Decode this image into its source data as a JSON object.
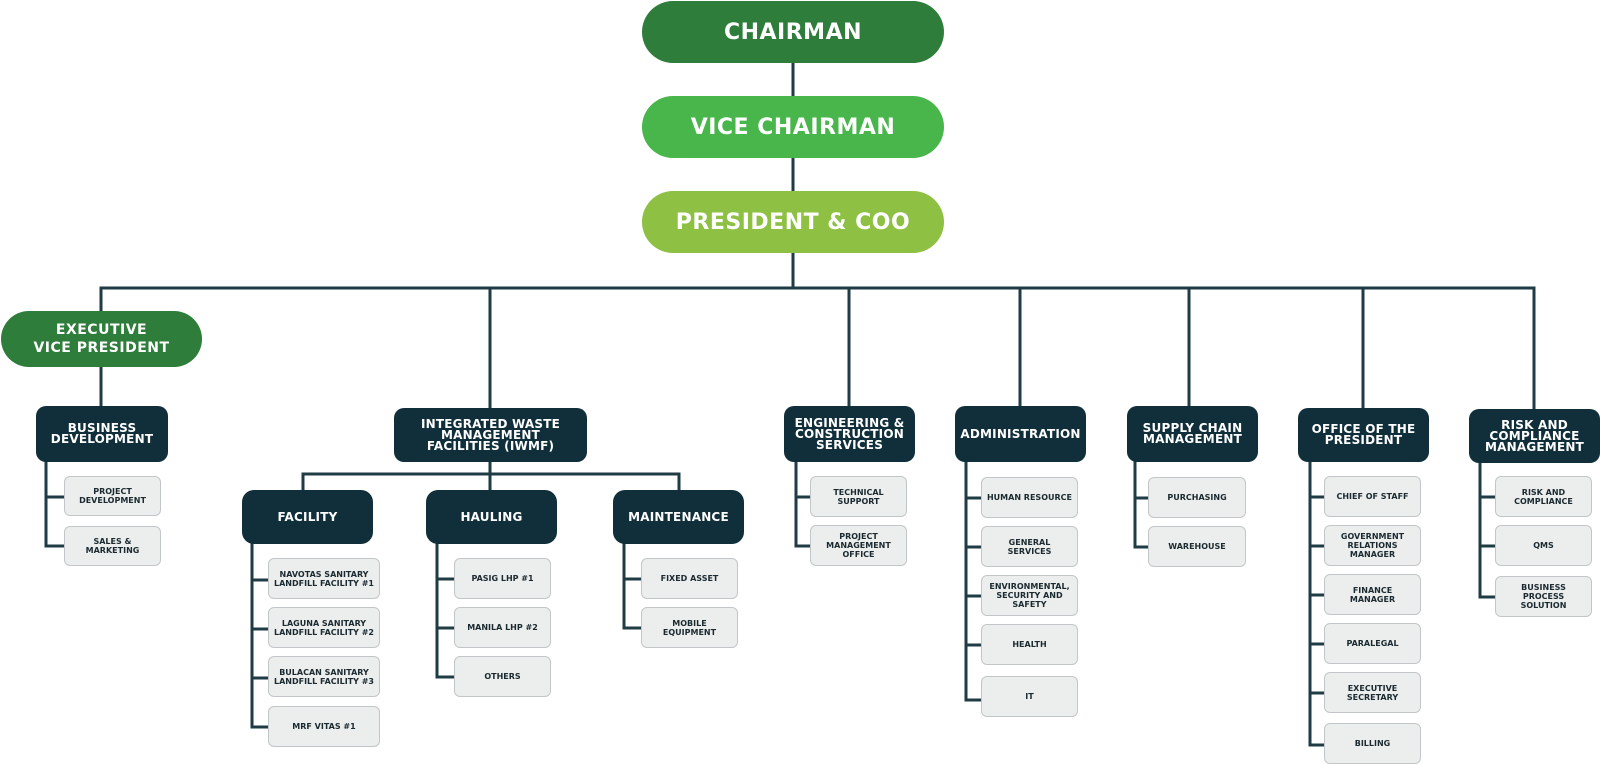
{
  "top": {
    "chairman": "CHAIRMAN",
    "vice_chairman": "VICE CHAIRMAN",
    "president": "PRESIDENT & COO"
  },
  "evp": {
    "line1": "EXECUTIVE",
    "line2": "VICE PRESIDENT"
  },
  "business_development": {
    "title": "BUSINESS DEVELOPMENT",
    "items": [
      "PROJECT DEVELOPMENT",
      "SALES & MARKETING"
    ]
  },
  "iwmf": {
    "title": "INTEGRATED WASTE MANAGEMENT FACILITIES (IWMF)",
    "facility": {
      "title": "FACILITY",
      "items": [
        "NAVOTAS SANITARY LANDFILL FACILITY #1",
        "LAGUNA SANITARY LANDFILL FACILITY #2",
        "BULACAN SANITARY LANDFILL FACILITY #3",
        "MRF VITAS #1"
      ]
    },
    "hauling": {
      "title": "HAULING",
      "items": [
        "PASIG LHP #1",
        "MANILA LHP #2",
        "OTHERS"
      ]
    },
    "maintenance": {
      "title": "MAINTENANCE",
      "items": [
        "FIXED ASSET",
        "MOBILE EQUIPMENT"
      ]
    }
  },
  "engineering": {
    "title": "ENGINEERING & CONSTRUCTION SERVICES",
    "items": [
      "TECHNICAL SUPPORT",
      "PROJECT MANAGEMENT OFFICE"
    ]
  },
  "administration": {
    "title": "ADMINISTRATION",
    "items": [
      "HUMAN RESOURCE",
      "GENERAL SERVICES",
      "ENVIRONMENTAL, SECURITY AND SAFETY",
      "HEALTH",
      "IT"
    ]
  },
  "supply_chain": {
    "title": "SUPPLY CHAIN MANAGEMENT",
    "items": [
      "PURCHASING",
      "WAREHOUSE"
    ]
  },
  "office_president": {
    "title": "OFFICE OF THE PRESIDENT",
    "items": [
      "CHIEF OF STAFF",
      "GOVERNMENT RELATIONS MANAGER",
      "FINANCE MANAGER",
      "PARALEGAL",
      "EXECUTIVE SECRETARY",
      "BILLING"
    ]
  },
  "risk": {
    "title": "RISK AND COMPLIANCE MANAGEMENT",
    "items": [
      "RISK AND COMPLIANCE",
      "QMS",
      "BUSINESS PROCESS SOLUTION"
    ]
  },
  "colors": {
    "line": "#1f3b44",
    "dark": "#102f3a",
    "chairman": "#2e7d3a",
    "vice_chairman": "#48b64b",
    "president": "#8dc043",
    "box": "#eceded"
  }
}
